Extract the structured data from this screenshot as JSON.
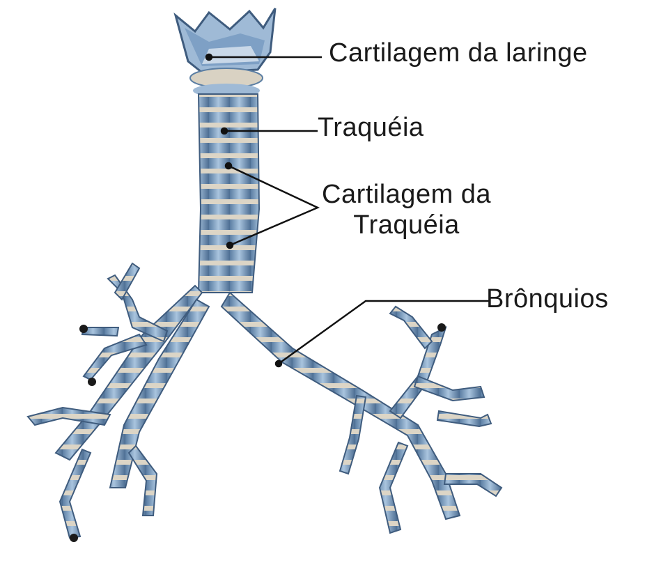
{
  "labels": {
    "larynx_cartilage": "Cartilagem da laringe",
    "trachea": "Traquéia",
    "tracheal_cartilage_line1": "Cartilagem da",
    "tracheal_cartilage_line2": "Traquéia",
    "bronchi": "Brônquios"
  },
  "colors": {
    "tube": "#8fb0cf",
    "tube_dark": "#4f6f93",
    "ring": "#d9d2c3",
    "leader": "#111111"
  }
}
